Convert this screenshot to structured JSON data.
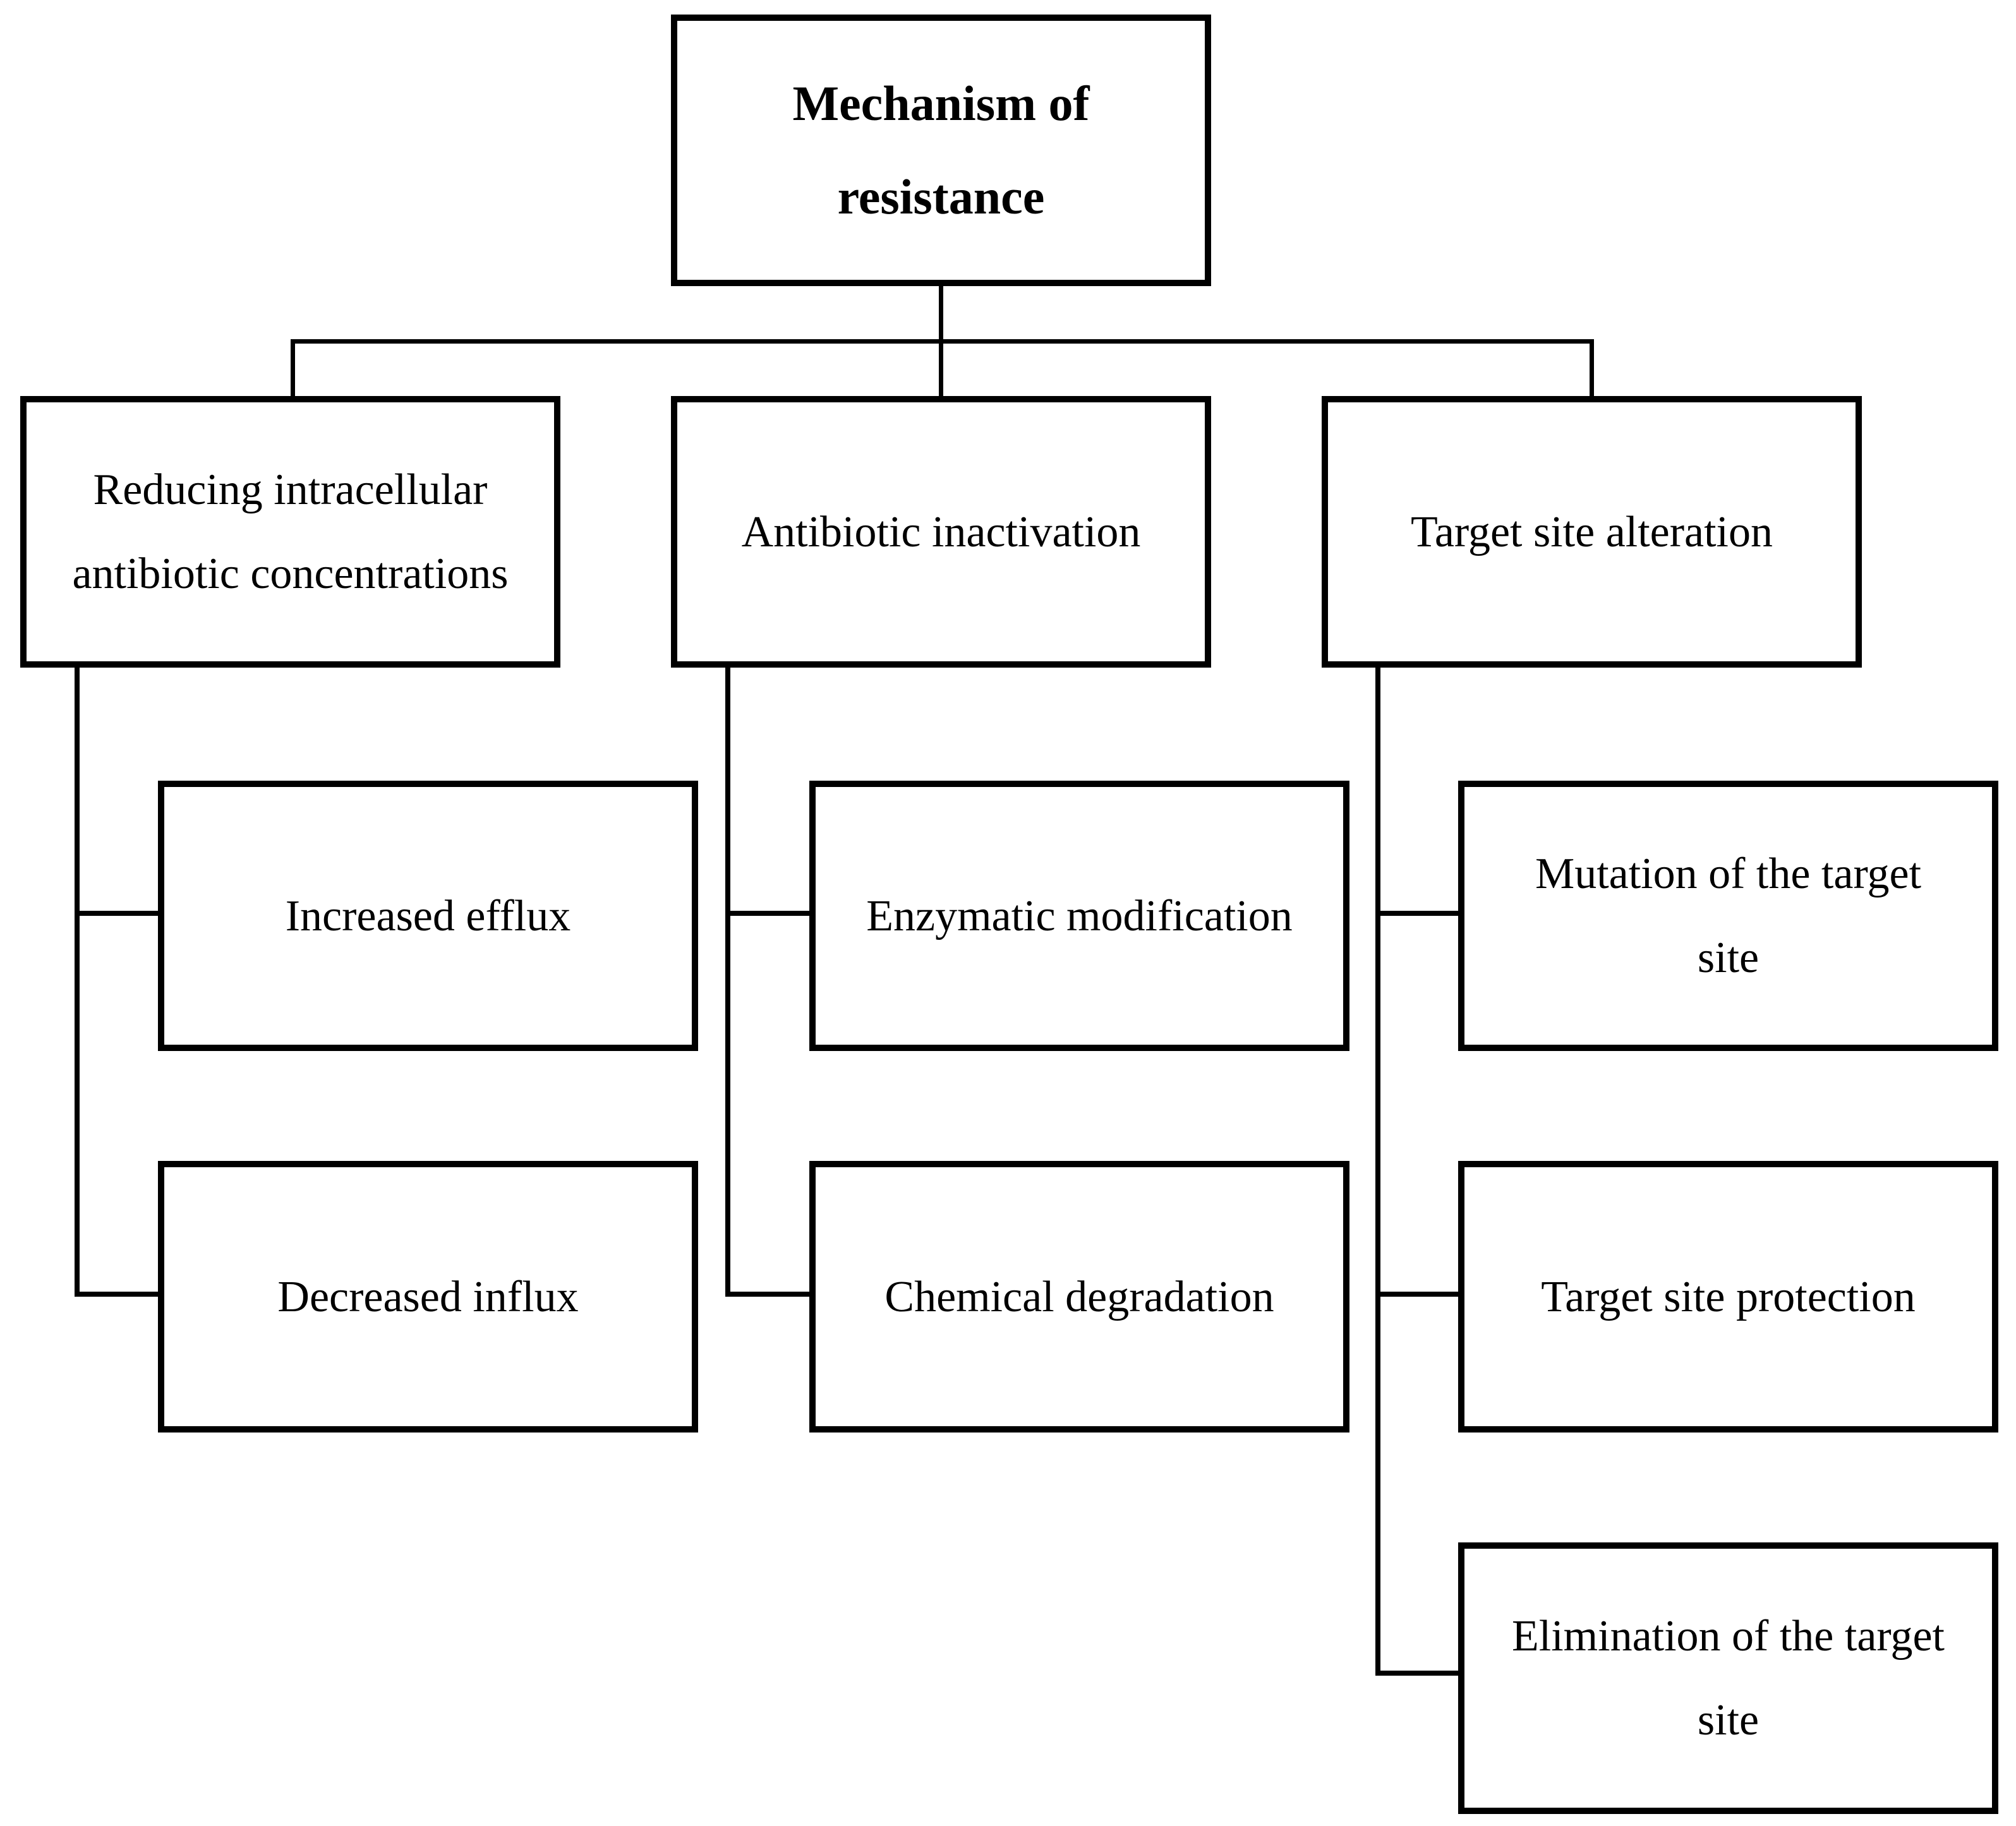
{
  "diagram": {
    "title": "Mechanism of resistance",
    "root": {
      "label": "Mechanism of\nresistance"
    },
    "branches": [
      {
        "label": "Reducing intracellular\nantibiotic concentrations",
        "children": [
          {
            "label": "Increased efflux"
          },
          {
            "label": "Decreased influx"
          }
        ]
      },
      {
        "label": "Antibiotic inactivation",
        "children": [
          {
            "label": "Enzymatic modification"
          },
          {
            "label": "Chemical degradation"
          }
        ]
      },
      {
        "label": "Target site alteration",
        "children": [
          {
            "label": "Mutation of the target\nsite"
          },
          {
            "label": "Target site protection"
          },
          {
            "label": "Elimination of the target\nsite"
          }
        ]
      }
    ]
  }
}
